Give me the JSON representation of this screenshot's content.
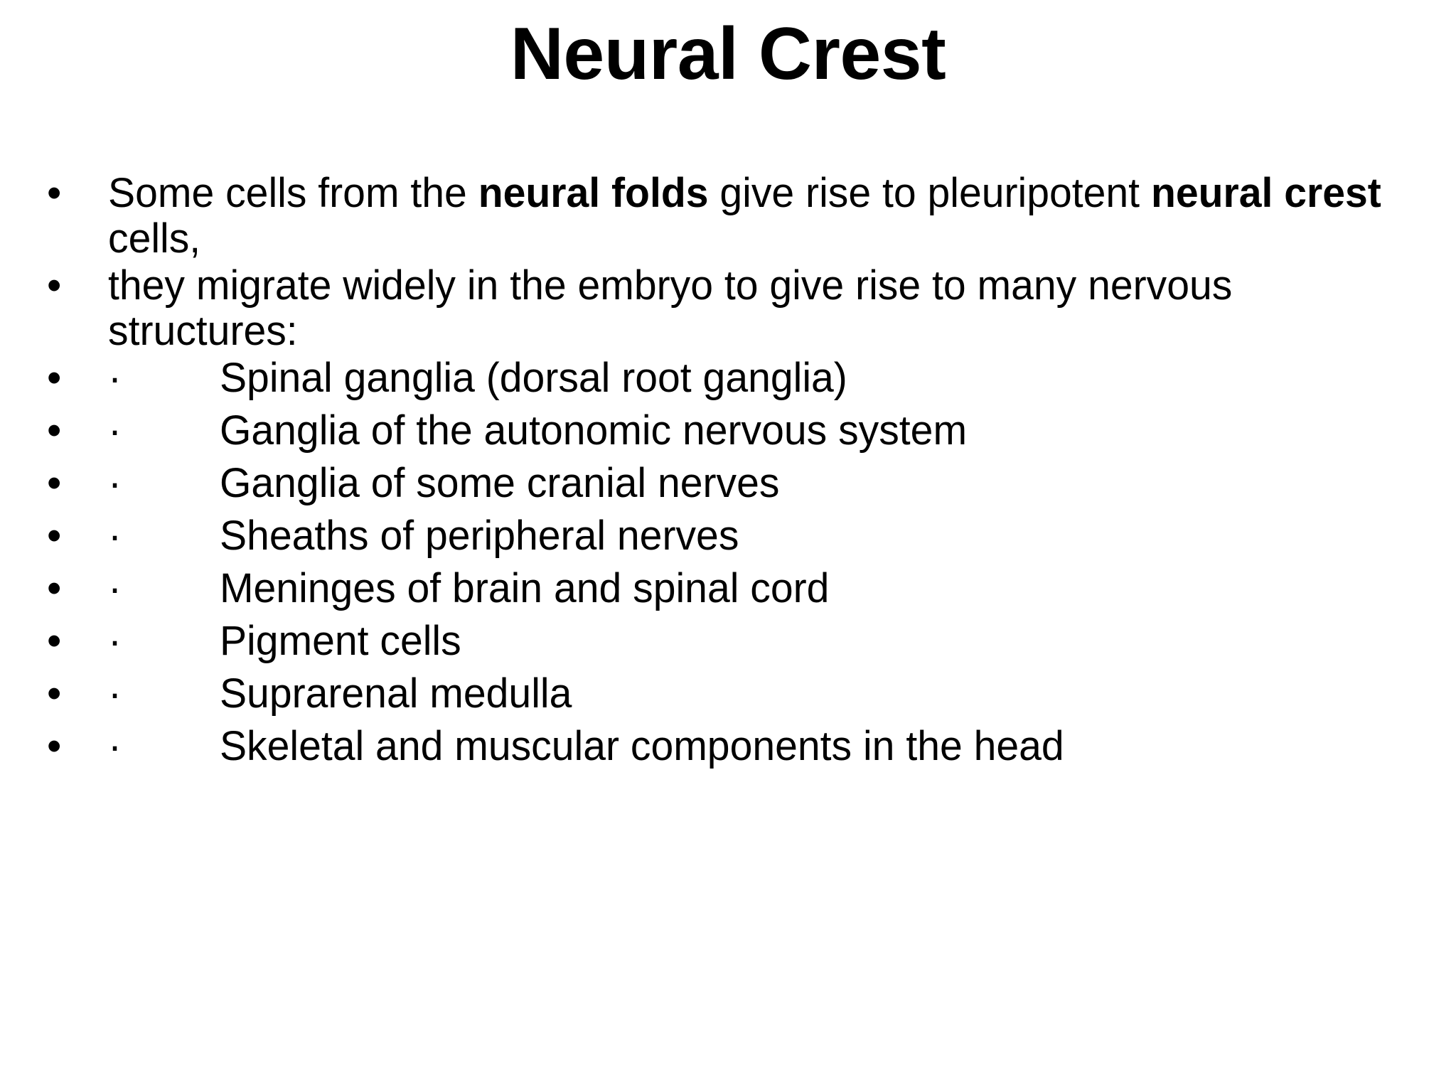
{
  "slide": {
    "title": "Neural Crest",
    "background_color": "#ffffff",
    "text_color": "#000000",
    "bullet_glyph": "•",
    "sub_marker_glyph": "·"
  },
  "body": {
    "paragraphs": [
      {
        "id": "p1",
        "kind": "main",
        "runs": [
          {
            "text": "Some cells from the ",
            "bold": false
          },
          {
            "text": "neural folds",
            "bold": true
          },
          {
            "text": " give rise to pleuripotent ",
            "bold": false
          },
          {
            "text": "neural crest",
            "bold": true
          },
          {
            "text": " cells,",
            "bold": false
          }
        ]
      },
      {
        "id": "p2",
        "kind": "main",
        "runs": [
          {
            "text": "they migrate widely in the embryo to give rise to many nervous structures:",
            "bold": false
          }
        ]
      },
      {
        "id": "p3",
        "kind": "sub",
        "marker": "·",
        "runs": [
          {
            "text": "Spinal ganglia (dorsal root ganglia)",
            "bold": false
          }
        ]
      },
      {
        "id": "p4",
        "kind": "sub",
        "marker": "·",
        "runs": [
          {
            "text": "Ganglia of the autonomic nervous system",
            "bold": false
          }
        ]
      },
      {
        "id": "p5",
        "kind": "sub",
        "marker": "·",
        "runs": [
          {
            "text": "Ganglia of some cranial nerves",
            "bold": false
          }
        ]
      },
      {
        "id": "p6",
        "kind": "sub",
        "marker": "·",
        "runs": [
          {
            "text": "Sheaths of peripheral nerves",
            "bold": false
          }
        ]
      },
      {
        "id": "p7",
        "kind": "sub",
        "marker": "·",
        "runs": [
          {
            "text": "Meninges of brain and spinal cord",
            "bold": false
          }
        ]
      },
      {
        "id": "p8",
        "kind": "sub",
        "marker": "·",
        "runs": [
          {
            "text": "Pigment cells",
            "bold": false
          }
        ]
      },
      {
        "id": "p9",
        "kind": "sub",
        "marker": "·",
        "runs": [
          {
            "text": "Suprarenal medulla",
            "bold": false
          }
        ]
      },
      {
        "id": "p10",
        "kind": "sub",
        "marker": "·",
        "runs": [
          {
            "text": "Skeletal and muscular components in the head",
            "bold": false
          }
        ]
      }
    ]
  }
}
